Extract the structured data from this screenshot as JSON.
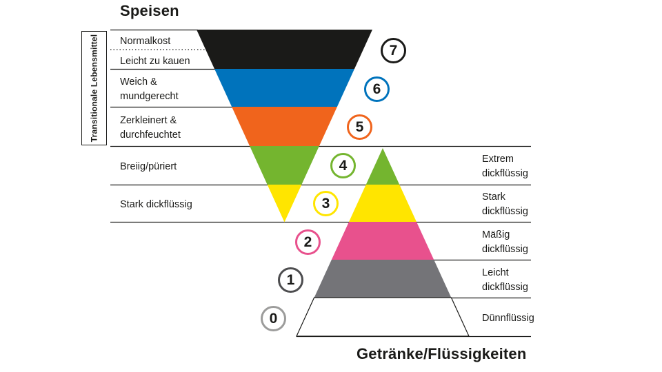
{
  "header": {
    "foods_title": "Speisen",
    "drinks_title": "Getränke/Flüssigkeiten",
    "transitional_label": "Transitionale Lebensmittel"
  },
  "levels": {
    "7": {
      "num": "7",
      "color": "#1a1a18",
      "band": "#1a1a18"
    },
    "6": {
      "num": "6",
      "color": "#0073bc",
      "band": "#0073bc"
    },
    "5": {
      "num": "5",
      "color": "#f0641c",
      "band": "#f0641c"
    },
    "4": {
      "num": "4",
      "color": "#74b52f",
      "band": "#74b52f"
    },
    "3": {
      "num": "3",
      "color": "#ffe500",
      "band": "#ffe500"
    },
    "2": {
      "num": "2",
      "color": "#e8518d",
      "band": "#e8518d"
    },
    "1": {
      "num": "1",
      "color": "#4d4d4f",
      "band": "#747478"
    },
    "0": {
      "num": "0",
      "color": "#9c9c9b",
      "band": "#ffffff"
    }
  },
  "food_labels": [
    "Normalkost",
    "Leicht zu kauen",
    "Weich & mundgerecht",
    "Zerkleinert & durchfeuchtet",
    "Breiig/püriert",
    "Stark dickflüssig"
  ],
  "drink_labels": [
    "Extrem dickflüssig",
    "Stark dickflüssig",
    "Mäßig dickflüssig",
    "Leicht dickflüssig",
    "Dünnflüssig"
  ],
  "line_color": "#1a1a18"
}
